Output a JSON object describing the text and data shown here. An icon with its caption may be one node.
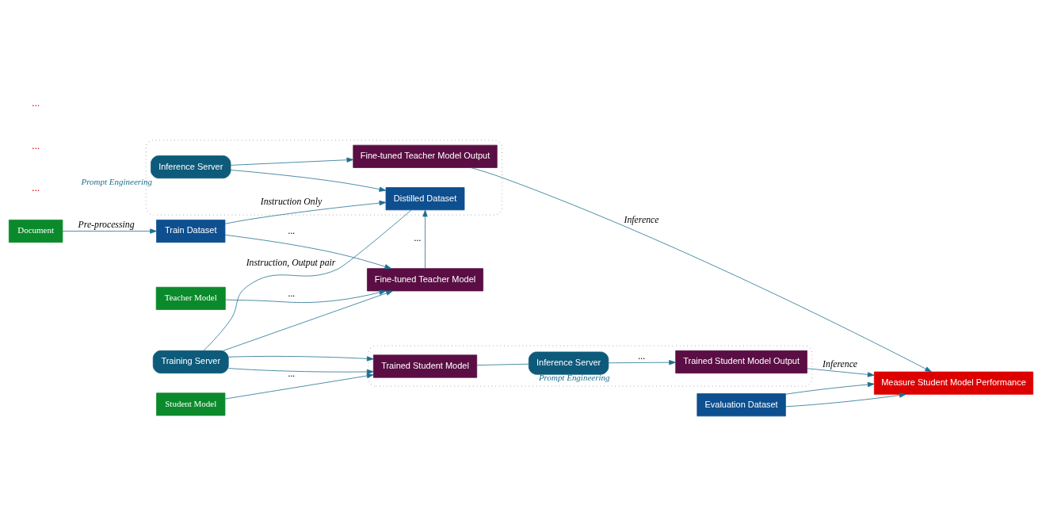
{
  "diagram": {
    "nodes": [
      {
        "text": [
          "Document"
        ]
      },
      {
        "text": [
          "Train Dataset"
        ]
      },
      {
        "text": [
          "Teacher Model"
        ]
      },
      {
        "text": [
          "Fine-tuned Teacher Model"
        ]
      },
      {
        "text": [],
        "shape": "box"
      },
      {
        "text": [
          "Inference Server"
        ],
        "in": 4,
        "beside": [
          "Prompt Engineering"
        ]
      },
      {
        "text": [
          "Distilled Dataset"
        ],
        "in": 4
      },
      {
        "text": [
          "Fine-tuned Teacher Model Output"
        ],
        "in": 4
      },
      {
        "text": [
          "Training Server"
        ]
      },
      {
        "text": [
          "Evaluation Dataset"
        ]
      },
      {
        "text": [
          "Measure Student Model Performance"
        ]
      },
      {
        "text": [
          "Student Model"
        ]
      },
      {
        "text": [],
        "shape": "box"
      },
      {
        "text": [
          "Trained Student Model"
        ],
        "in": 12
      },
      {
        "text": [
          "Inference Server"
        ],
        "in": 12,
        "beside": [
          "Prompt Engineering"
        ]
      },
      {
        "text": [
          "Trained Student Model Output"
        ],
        "in": 12
      }
    ],
    "edges": [
      {
        "from": 0,
        "to": 1,
        "arrow": "to",
        "label": "Pre-processing"
      },
      {
        "from": 1,
        "to": 6,
        "arrow": "to",
        "label": "Instruction Only"
      },
      {
        "from": 5,
        "to": 6,
        "arrow": "to"
      },
      {
        "from": 5,
        "to": 7,
        "arrow": "to"
      },
      {
        "from": 1,
        "to": 3,
        "arrow": "to",
        "label": "..."
      },
      {
        "from": 2,
        "to": 3,
        "arrow": "to",
        "label": "..."
      },
      {
        "from": 3,
        "to": 6,
        "arrow": "to",
        "label": "..."
      },
      {
        "from": 6,
        "to": 8,
        "arrow": "none",
        "label": "Instruction, Output pair"
      },
      {
        "from": 8,
        "to": 3,
        "arrow": "to"
      },
      {
        "from": 8,
        "to": 13,
        "arrow": "to"
      },
      {
        "from": 8,
        "to": 13,
        "arrow": "to"
      },
      {
        "from": 11,
        "to": 13,
        "arrow": "to",
        "label": "..."
      },
      {
        "from": 13,
        "to": 14,
        "arrow": "none"
      },
      {
        "from": 14,
        "to": 15,
        "arrow": "to",
        "label": "..."
      },
      {
        "from": 7,
        "to": 10,
        "arrow": "to",
        "label": "Inference"
      },
      {
        "from": 9,
        "to": 10,
        "arrow": "to"
      },
      {
        "from": 9,
        "to": 10,
        "arrow": "to"
      },
      {
        "from": 15,
        "to": 10,
        "arrow": "to",
        "label": "Inference"
      }
    ],
    "labels": [
      "...",
      "...",
      "..."
    ]
  }
}
